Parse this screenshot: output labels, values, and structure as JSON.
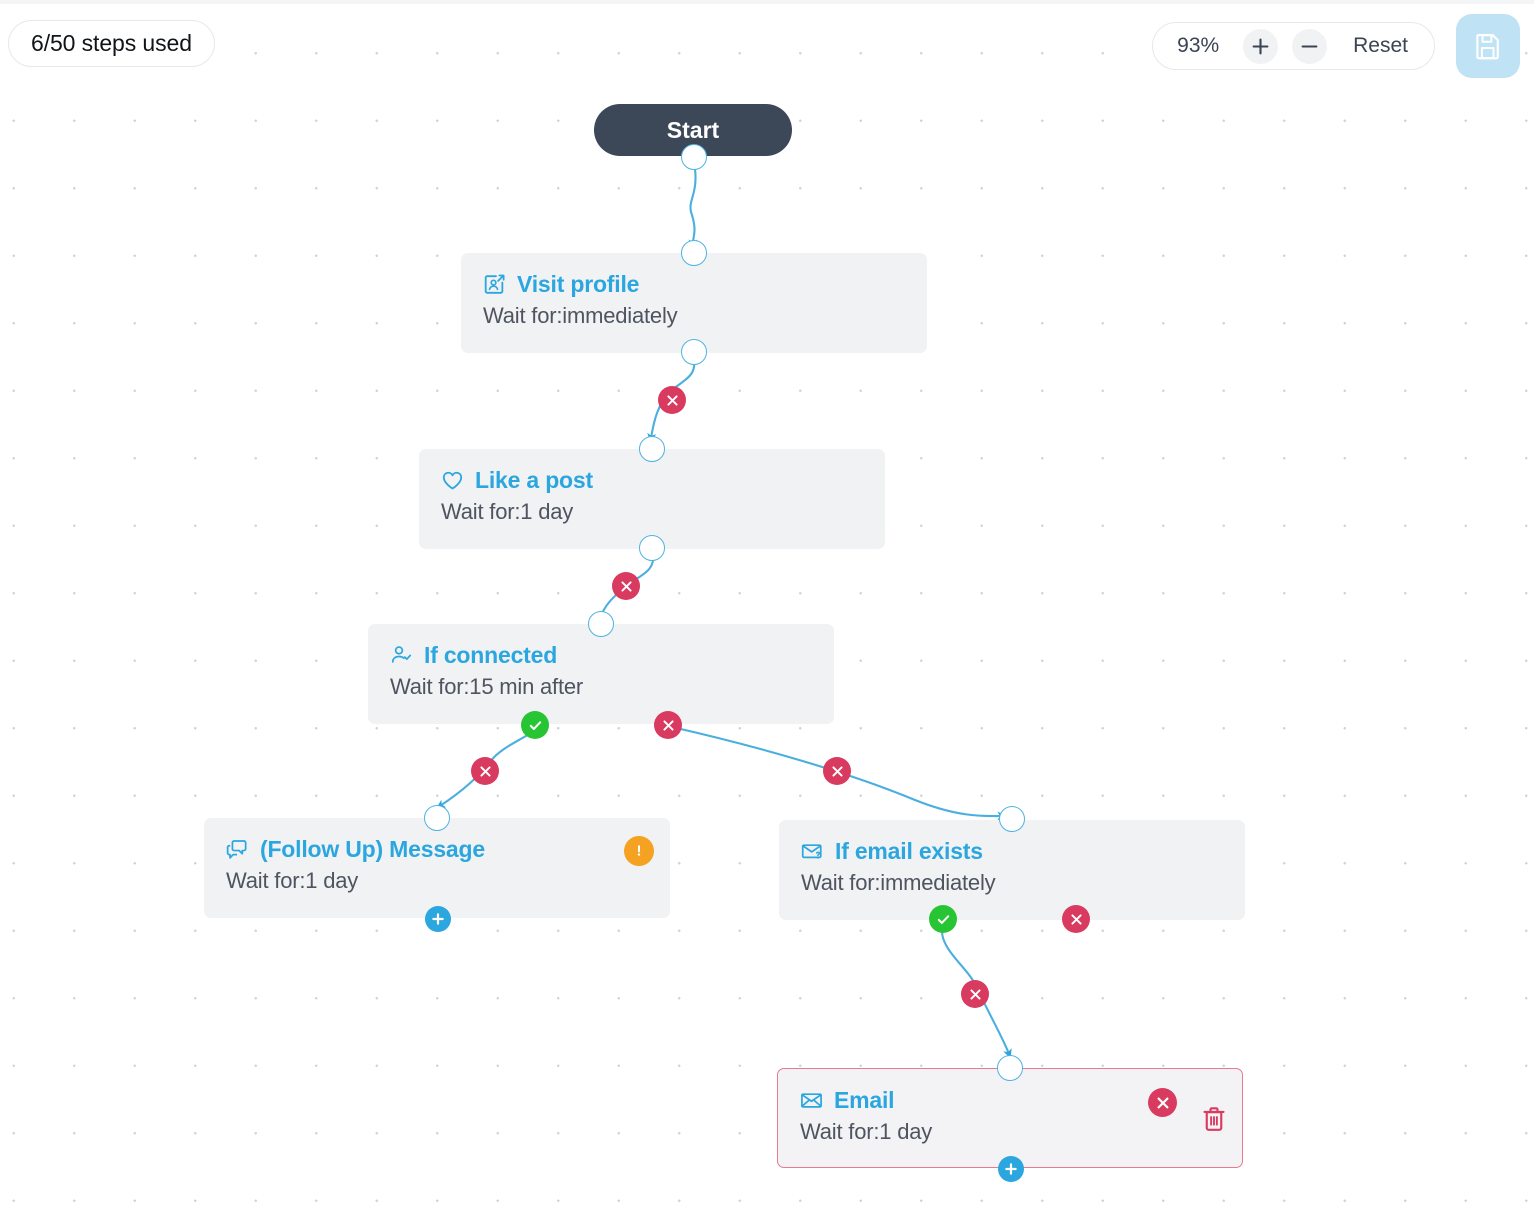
{
  "toolbar": {
    "steps_used": "6/50 steps used",
    "zoom_level": "93%",
    "zoom_in_label": "+",
    "zoom_out_label": "−",
    "reset_label": "Reset",
    "save_icon": "save-floppy-icon"
  },
  "canvas": {
    "start_label": "Start",
    "accent_blue": "#2ba6df",
    "node_bg": "#f1f2f4",
    "start_bg": "#3c4858",
    "danger_red": "#d93a5f",
    "success_green": "#27c534",
    "warning_orange": "#f5a122",
    "selected_border": "#e8798f",
    "save_bg": "#bfe2f5"
  },
  "nodes": [
    {
      "id": "visit-profile",
      "title": "Visit profile",
      "subtitle": "Wait for:immediately",
      "icon": "profile-visit-icon"
    },
    {
      "id": "like-a-post",
      "title": "Like a post",
      "subtitle": "Wait for:1 day",
      "icon": "heart-icon"
    },
    {
      "id": "if-connected",
      "title": "If connected",
      "subtitle": "Wait for:15 min after",
      "icon": "person-check-icon"
    },
    {
      "id": "follow-up-message",
      "title": "(Follow Up) Message",
      "subtitle": "Wait for:1 day",
      "icon": "chat-bubbles-icon"
    },
    {
      "id": "if-email-exists",
      "title": "If email exists",
      "subtitle": "Wait for:immediately",
      "icon": "envelope-question-icon"
    },
    {
      "id": "email",
      "title": "Email",
      "subtitle": "Wait for:1 day",
      "icon": "envelope-icon"
    }
  ]
}
